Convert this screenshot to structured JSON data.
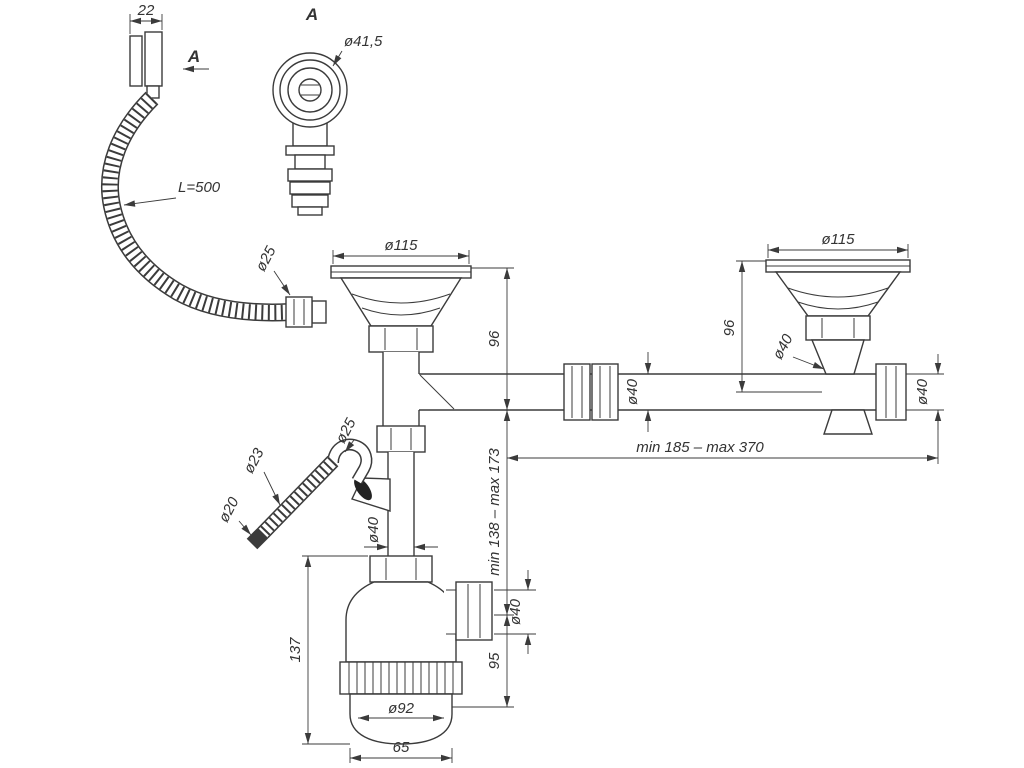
{
  "drawing": {
    "title": "Sink siphon assembly technical drawing",
    "colors": {
      "line": "#3b3b3b",
      "background": "#ffffff",
      "seal": "#222222"
    },
    "labels": {
      "dim22": "22",
      "viewArrow": "A",
      "detailTitle": "A",
      "dia415": "ø41,5",
      "hoseLength": "L=500",
      "dia25Hose": "ø25",
      "dia115Left": "ø115",
      "dim96Left": "96",
      "dia115Right": "ø115",
      "dim96Right": "96",
      "dia40Strainer": "ø40",
      "dia40Pipe": "ø40",
      "dia40End": "ø40",
      "spanHorizontal": "min 185 – max 370",
      "dia25Elbow": "ø25",
      "dia23": "ø23",
      "dia20": "ø20",
      "dia40Down": "ø40",
      "spanVertical": "min 138 – max 173",
      "dim137": "137",
      "dia40Outlet": "ø40",
      "dim95": "95",
      "dia92": "ø92",
      "dim65": "65"
    }
  }
}
